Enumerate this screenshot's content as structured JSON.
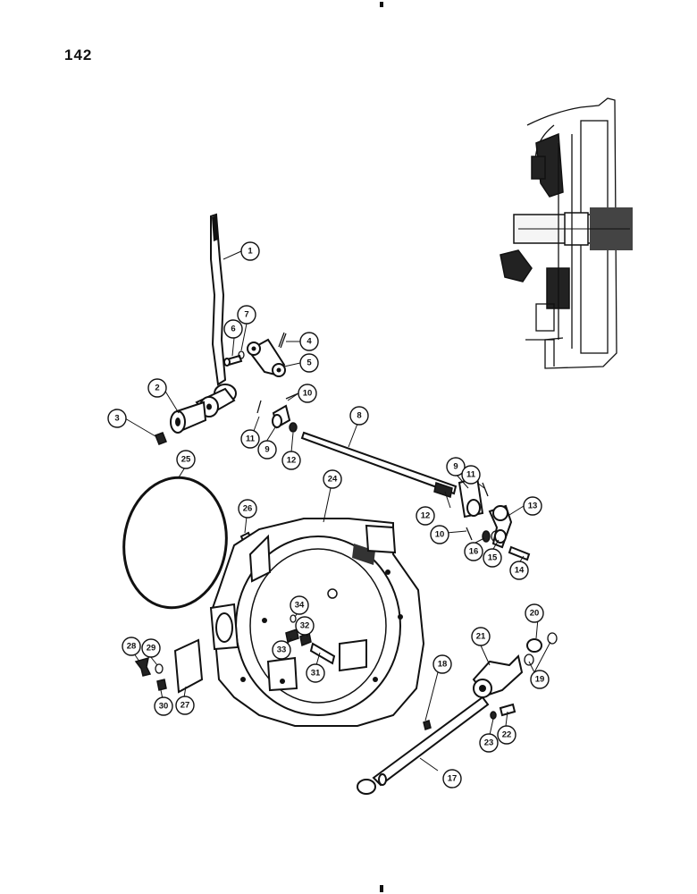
{
  "page_number": "142",
  "callouts": [
    {
      "id": "c1",
      "label": "1"
    },
    {
      "id": "c2",
      "label": "2"
    },
    {
      "id": "c3",
      "label": "3"
    },
    {
      "id": "c4",
      "label": "4"
    },
    {
      "id": "c5",
      "label": "5"
    },
    {
      "id": "c6",
      "label": "6"
    },
    {
      "id": "c7",
      "label": "7"
    },
    {
      "id": "c8",
      "label": "8"
    },
    {
      "id": "c9a",
      "label": "9"
    },
    {
      "id": "c9b",
      "label": "9"
    },
    {
      "id": "c10a",
      "label": "10"
    },
    {
      "id": "c10b",
      "label": "10"
    },
    {
      "id": "c11a",
      "label": "11"
    },
    {
      "id": "c11b",
      "label": "11"
    },
    {
      "id": "c12a",
      "label": "12"
    },
    {
      "id": "c12b",
      "label": "12"
    },
    {
      "id": "c13",
      "label": "13"
    },
    {
      "id": "c14",
      "label": "14"
    },
    {
      "id": "c15",
      "label": "15"
    },
    {
      "id": "c16",
      "label": "16"
    },
    {
      "id": "c17",
      "label": "17"
    },
    {
      "id": "c18",
      "label": "18"
    },
    {
      "id": "c19",
      "label": "19"
    },
    {
      "id": "c20",
      "label": "20"
    },
    {
      "id": "c21",
      "label": "21"
    },
    {
      "id": "c22",
      "label": "22"
    },
    {
      "id": "c23",
      "label": "23"
    },
    {
      "id": "c24",
      "label": "24"
    },
    {
      "id": "c25",
      "label": "25"
    },
    {
      "id": "c26",
      "label": "26"
    },
    {
      "id": "c27",
      "label": "27"
    },
    {
      "id": "c28",
      "label": "28"
    },
    {
      "id": "c29",
      "label": "29"
    },
    {
      "id": "c30",
      "label": "30"
    },
    {
      "id": "c31",
      "label": "31"
    },
    {
      "id": "c32",
      "label": "32"
    },
    {
      "id": "c33",
      "label": "33"
    },
    {
      "id": "c34",
      "label": "34"
    }
  ]
}
